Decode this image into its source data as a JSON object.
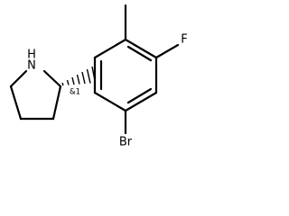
{
  "molecule": {
    "atoms": {
      "nitrogen": {
        "symbol": "N",
        "hydrogen": "H"
      },
      "fluorine": {
        "symbol": "F"
      },
      "bromine": {
        "symbol": "Br"
      }
    },
    "stereo_descriptor": "&1",
    "colors": {
      "bond": "#000000",
      "background": "#ffffff"
    }
  }
}
